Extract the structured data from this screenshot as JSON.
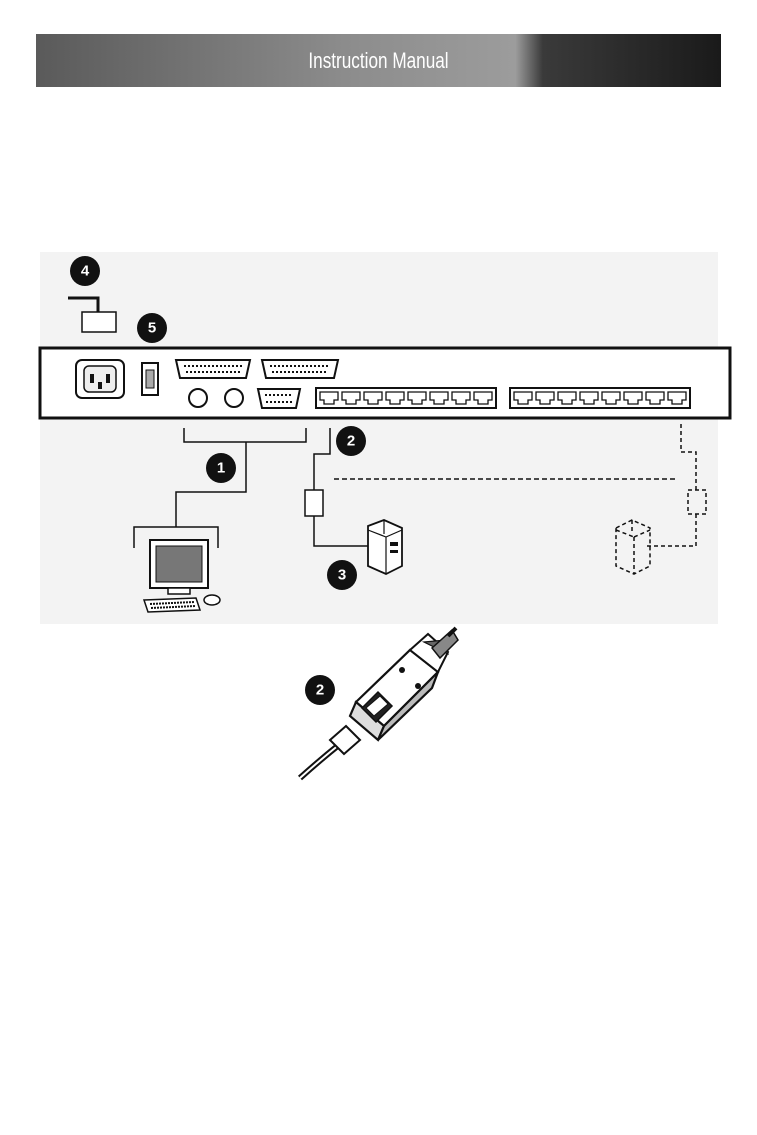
{
  "header": {
    "title": "Instruction Manual"
  },
  "diagram": {
    "callouts": [
      {
        "id": "1",
        "label": "1"
      },
      {
        "id": "2",
        "label": "2"
      },
      {
        "id": "3",
        "label": "3"
      },
      {
        "id": "4",
        "label": "4"
      },
      {
        "id": "5",
        "label": "5"
      }
    ],
    "detail_callout": "2"
  }
}
